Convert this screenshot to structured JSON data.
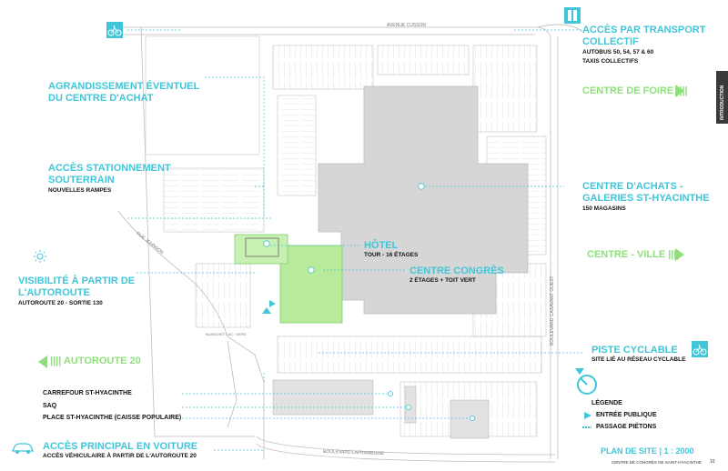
{
  "streets": {
    "avenue_cusson": "AVENUE CUSSON",
    "boulevard_casavant": "BOULEVARD CASAVANT OUEST",
    "boulevard_laframboise": "BOULEVARD LAFRAMBOISE",
    "rue_ramsay": "RUE JOHNSON",
    "small_street": "BLANCHET LAC / VERS"
  },
  "transit": {
    "title_line1": "ACCÈS PAR TRANSPORT",
    "title_line2": "COLLECTIF",
    "detail_line1": "AUTOBUS 50, 54, 57 & 60",
    "detail_line2": "TAXIS COLLECTIFS"
  },
  "expansion": {
    "line1": "AGRANDISSEMENT ÉVENTUEL",
    "line2": "DU CENTRE D'ACHAT"
  },
  "parking": {
    "line1": "ACCÈS STATIONNEMENT",
    "line2": "SOUTERRAIN",
    "detail": "NOUVELLES RAMPES"
  },
  "visibility": {
    "line1": "VISIBILITÉ À PARTIR DE",
    "line2": "L'AUTOROUTE",
    "detail": "AUTOROUTE 20 - SORTIE 130"
  },
  "autoroute": "AUTOROUTE 20",
  "centre_foire": "CENTRE DE FOIRE",
  "centre_ville": "CENTRE - VILLE",
  "mall": {
    "line1": "CENTRE D'ACHATS -",
    "line2": "GALERIES ST-HYACINTHE",
    "detail": "150 MAGASINS"
  },
  "hotel": {
    "title": "HÔTEL",
    "detail": "TOUR - 16 ÉTAGES"
  },
  "congress": {
    "title": "CENTRE CONGRÈS",
    "detail": "2 ÉTAGES + TOIT VERT"
  },
  "bike": {
    "title": "PISTE CYCLABLE",
    "detail": "SITE LIÉ AU RÉSEAU CYCLABLE"
  },
  "businesses": [
    "CARREFOUR ST-HYACINTHE",
    "SAQ",
    "PLACE ST-HYACINTHE (CAISSE POPULAIRE)"
  ],
  "main_access": {
    "title": "ACCÈS PRINCIPAL EN VOITURE",
    "detail": "ACCÈS VÉHICULAIRE À PARTIR DE L'AUTOROUTE 20"
  },
  "legend": {
    "title": "LÉGENDE",
    "entry": "ENTRÉE PUBLIQUE",
    "crossing": "PASSAGE PIÉTONS"
  },
  "plan": {
    "title": "PLAN DE SITE  |  1 : 2000"
  },
  "footer": {
    "text": "CENTRE DE CONGRÈS DE SAINT-HYACINTHE",
    "page": "10"
  },
  "side_tab": "INTRODUCTION",
  "colors": {
    "accent": "#3fc6d9",
    "green": "#8ee07a",
    "building": "#d6d6d6",
    "congress": "#b8ea9c",
    "lines": "#b9b9b9"
  }
}
